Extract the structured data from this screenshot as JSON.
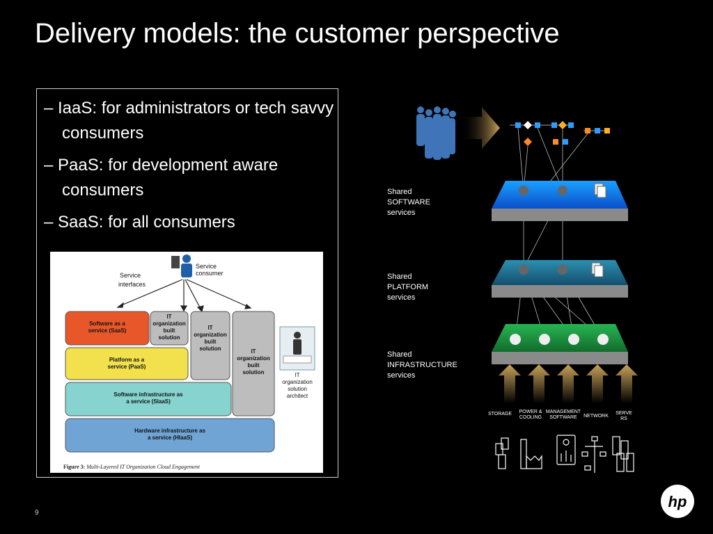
{
  "slide": {
    "title": "Delivery models: the customer perspective",
    "page_number": "9",
    "logo_text": "hp"
  },
  "bullets": [
    "– IaaS: for administrators or tech savvy consumers",
    "– PaaS: for development aware consumers",
    "– SaaS: for all consumers"
  ],
  "figure": {
    "service_consumer": "Service consumer",
    "service_interfaces": "Service interfaces",
    "saas": "Software as a service (SaaS)",
    "paas": "Platform as a service (PaaS)",
    "siaas": "Software infrastructure as a service (SIaaS)",
    "hiaas": "Hardware infrastructure as a service (HIaaS)",
    "it_built_1": "IT organization built solution",
    "it_built_2": "IT organization built solution",
    "it_built_3": "IT organization built solution",
    "architect": "IT organization solution architect",
    "caption_label": "Figure 3:",
    "caption_text": "Multi-Layered IT Organization Cloud Engagement"
  },
  "layers": {
    "software": "Shared SOFTWARE services",
    "platform": "Shared PLATFORM services",
    "infrastructure": "Shared INFRASTRUCTURE services"
  },
  "categories": [
    "STORAGE",
    "POWER & COOLING",
    "MANAGEMENT SOFTWARE",
    "NETWORK",
    "SERVERS"
  ],
  "colors": {
    "saas": "#e8572a",
    "paas": "#f2e14c",
    "siaas": "#86d3cf",
    "hiaas": "#6fa4d4",
    "it_built": "#bdbdbd",
    "software_layer": "#1a7fe8",
    "platform_layer": "#1f6f8e",
    "infra_layer": "#1f9a45"
  }
}
